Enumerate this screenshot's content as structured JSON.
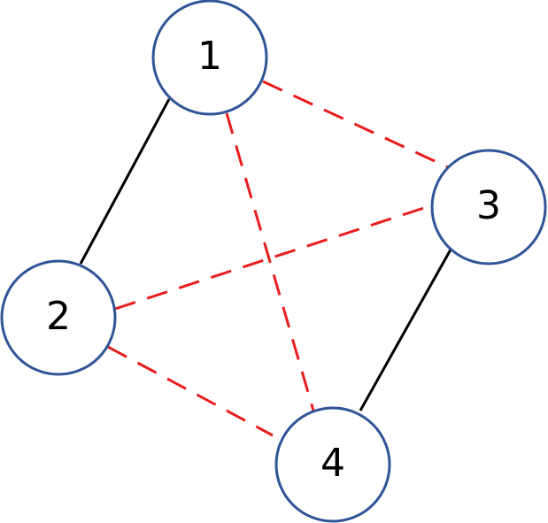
{
  "graph": {
    "nodes": [
      {
        "id": "1",
        "label": "1"
      },
      {
        "id": "2",
        "label": "2"
      },
      {
        "id": "3",
        "label": "3"
      },
      {
        "id": "4",
        "label": "4"
      }
    ],
    "edges": [
      {
        "from": "1",
        "to": "2",
        "style": "solid",
        "color": "#000000"
      },
      {
        "from": "3",
        "to": "4",
        "style": "solid",
        "color": "#000000"
      },
      {
        "from": "1",
        "to": "3",
        "style": "dashed",
        "color": "#E81E1E"
      },
      {
        "from": "1",
        "to": "4",
        "style": "dashed",
        "color": "#E81E1E"
      },
      {
        "from": "2",
        "to": "3",
        "style": "dashed",
        "color": "#E81E1E"
      },
      {
        "from": "2",
        "to": "4",
        "style": "dashed",
        "color": "#E81E1E"
      }
    ],
    "node_stroke_color": "#2F5597",
    "node_fill_color": "#FFFFFF"
  }
}
